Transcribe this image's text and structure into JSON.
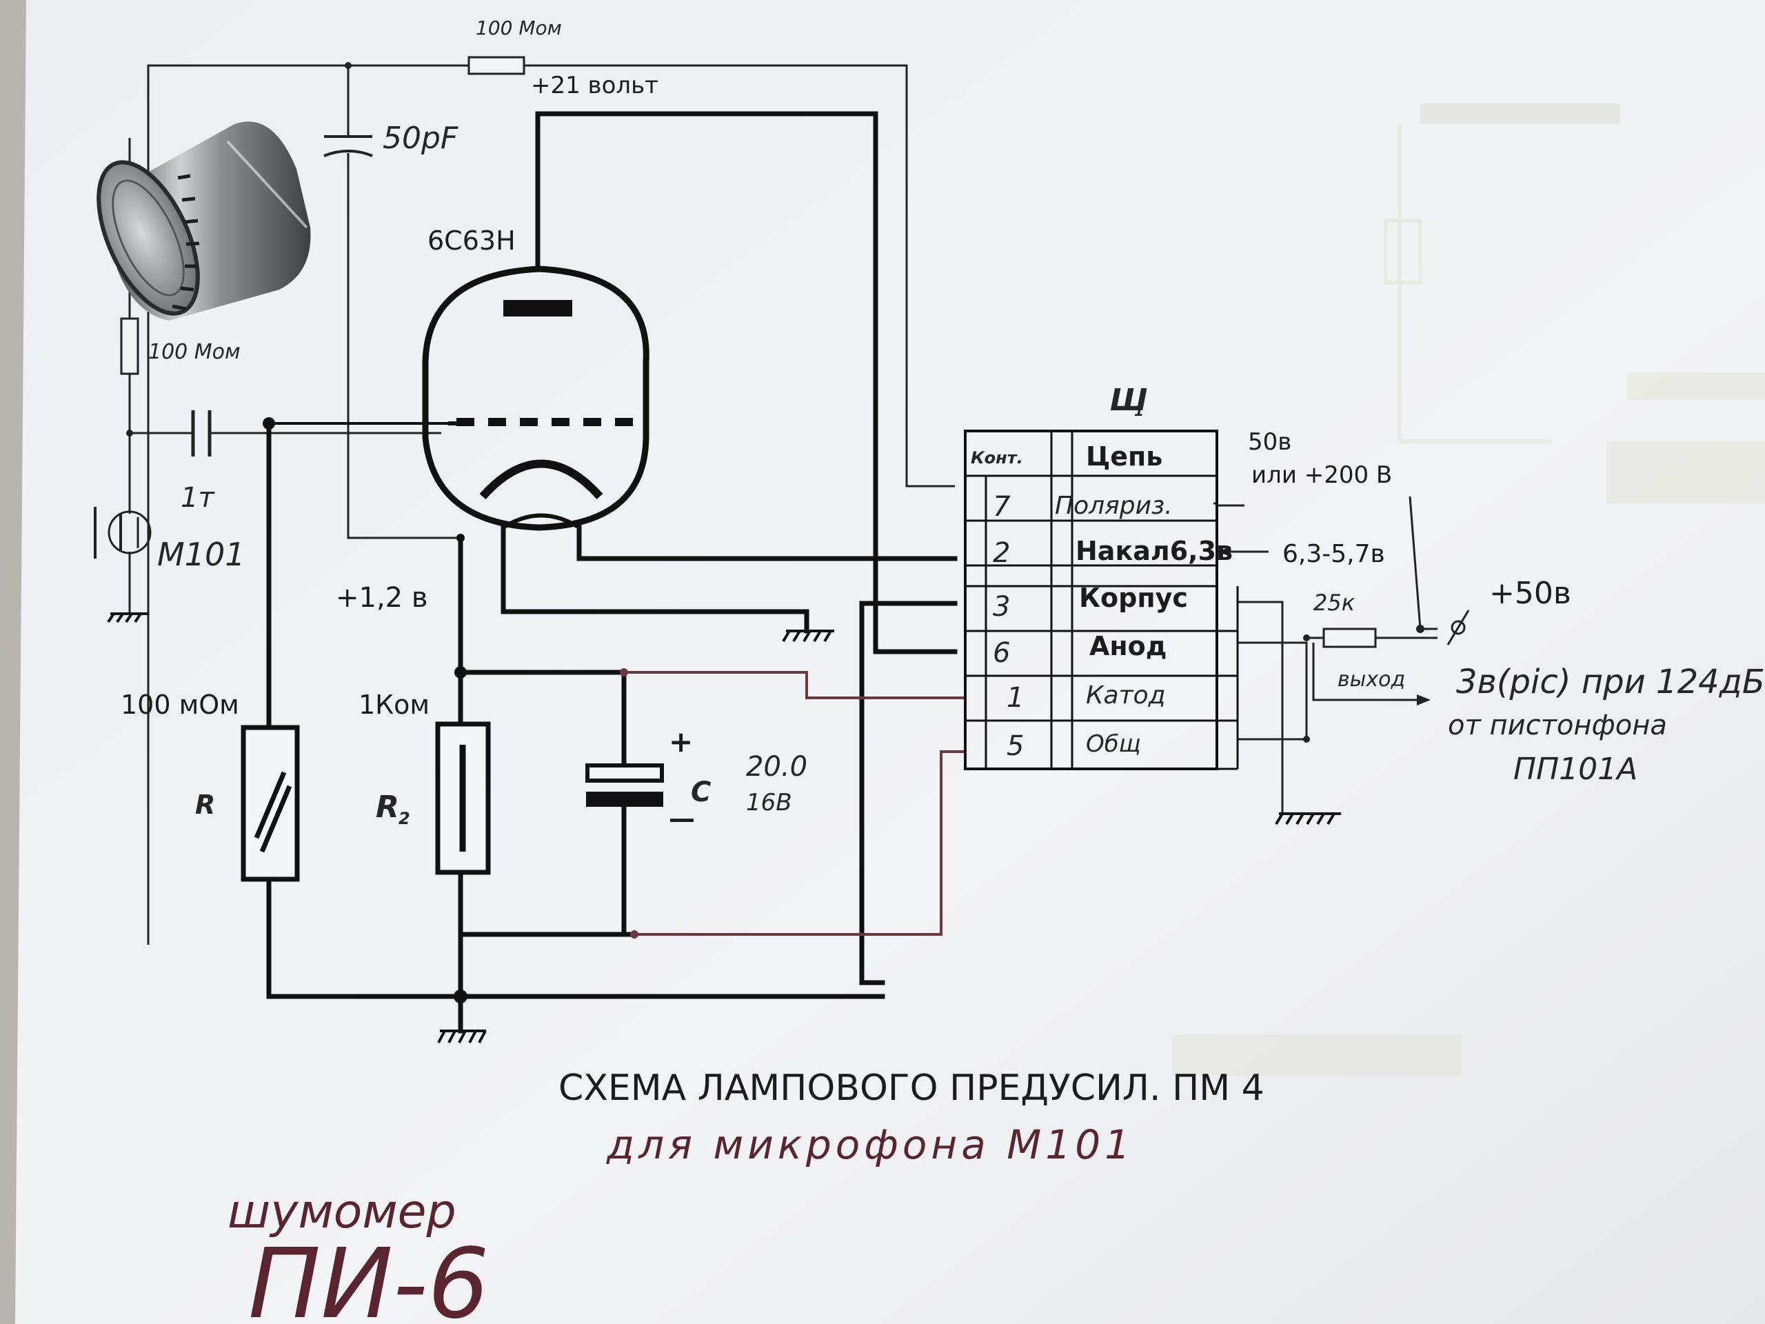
{
  "title_line1": "СХЕМА ЛАМПОВОГО ПРЕДУСИЛ.  ПМ 4",
  "title_line2": "для микрофона  М101",
  "corner_note_line1": "шумомер",
  "corner_note_line2": "ПИ-6",
  "components": {
    "feedback_resistor": "100 Мом",
    "supply_label": "+21 вольт",
    "cap_50pf": "50pF",
    "tube": "6С63Н",
    "mic_resistor": "100 Мом",
    "coupling_cap": "1т",
    "mic": "М101",
    "cathode_voltage": "+1,2 в",
    "r1_value": "100 мОм",
    "r1_name": "R",
    "r2_value": "1Ком",
    "r2_name": "R",
    "c1_name": "С",
    "c1_value_1": "20.0",
    "c1_value_2": "16В",
    "c1_plus": "+",
    "c1_minus": "—"
  },
  "connector": {
    "name": "Ш",
    "col_contact": "Конт.",
    "col_circuit": "Цепь",
    "rows": [
      {
        "pin": "7",
        "circuit": "Поляриз."
      },
      {
        "pin": "2",
        "circuit": "Накал6,3в"
      },
      {
        "pin": "3",
        "circuit": "Корпус"
      },
      {
        "pin": "6",
        "circuit": "Анод"
      },
      {
        "pin": "1",
        "circuit": "Катод"
      },
      {
        "pin": "5",
        "circuit": "Общ"
      }
    ]
  },
  "right_side": {
    "polar_line1": "50в",
    "polar_line2": "или +200 В",
    "heater": "6,3-5,7в",
    "plus50": "+50в",
    "r25k": "25к",
    "output": "выход",
    "spec_line1": "3в(рiс) при 124дБ",
    "spec_line2": "от пистонфона",
    "spec_line3": "ПП101А"
  }
}
